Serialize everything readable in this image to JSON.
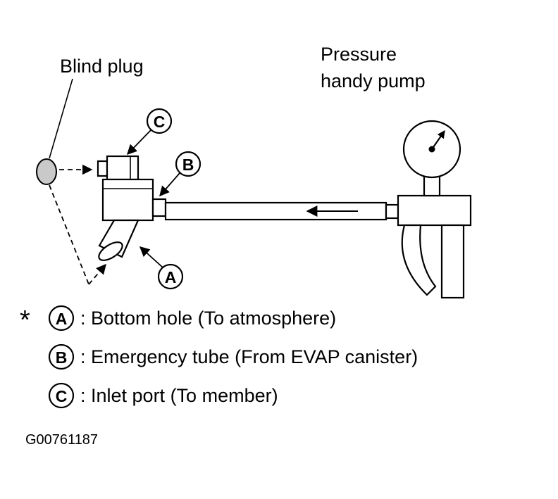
{
  "figure": {
    "blind_plug_label": "Blind plug",
    "pump_label_line1": "Pressure",
    "pump_label_line2": "handy pump",
    "callout_a": "A",
    "callout_b": "B",
    "callout_c": "C"
  },
  "legend": {
    "star": "*",
    "items": [
      {
        "letter": "A",
        "text": ": Bottom hole (To atmosphere)"
      },
      {
        "letter": "B",
        "text": ": Emergency tube (From EVAP canister)"
      },
      {
        "letter": "C",
        "text": ": Inlet port (To member)"
      }
    ]
  },
  "figure_id": "G00761187",
  "colors": {
    "ink": "#000000",
    "background": "#ffffff",
    "plug_fill": "#c9c9c9"
  }
}
